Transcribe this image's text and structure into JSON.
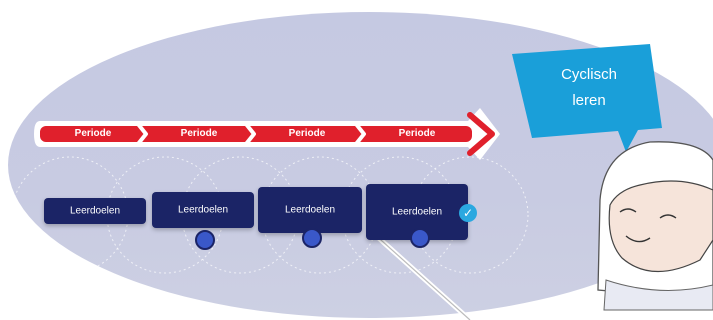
{
  "timeline": {
    "periods": [
      "Periode",
      "Periode",
      "Periode",
      "Periode"
    ]
  },
  "goals": {
    "items": [
      "Leerdoelen",
      "Leerdoelen",
      "Leerdoelen",
      "Leerdoelen"
    ]
  },
  "speech_bubble": {
    "line1": "Cyclisch",
    "line2": "leren"
  },
  "icons": {
    "cycle": "refresh-icon",
    "check": "checkmark-icon"
  },
  "colors": {
    "arrow_red": "#e0202c",
    "goal_box": "#1b2466",
    "bubble_blue": "#1a9fd9",
    "background": "#c7cae2"
  }
}
